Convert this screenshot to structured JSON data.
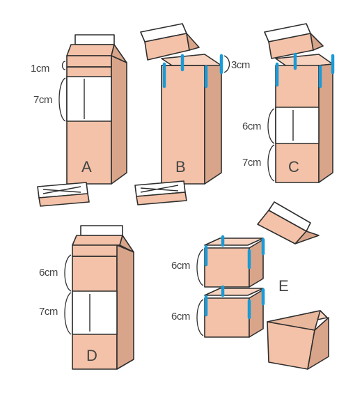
{
  "colors": {
    "front": "#f3c2a8",
    "side": "#d9a58a",
    "top": "#f7d3bf",
    "outline": "#2e2e2e",
    "tape": "#1a9ad6",
    "window": "#ffffff",
    "text": "#444444"
  },
  "panels": {
    "A": {
      "letter": "A",
      "dims": [
        "1cm",
        "7cm"
      ]
    },
    "B": {
      "letter": "B",
      "dims": [
        "3cm"
      ]
    },
    "C": {
      "letter": "C",
      "dims": [
        "6cm",
        "7cm"
      ]
    },
    "D": {
      "letter": "D",
      "dims": [
        "6cm",
        "7cm"
      ]
    },
    "E": {
      "letter": "E",
      "dims": [
        "6cm",
        "6cm"
      ]
    }
  }
}
